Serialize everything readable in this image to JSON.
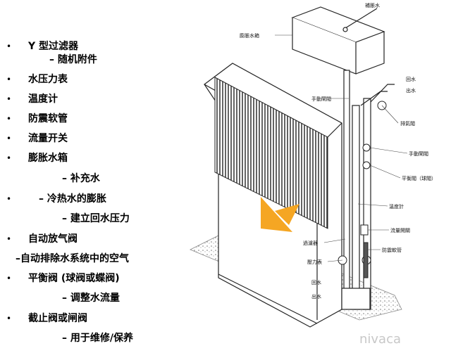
{
  "list": {
    "items": [
      {
        "text": "Y 型过滤器",
        "bullet": "•"
      },
      {
        "text": "– 随机附件",
        "bullet": ""
      },
      {
        "text": "水压力表",
        "bullet": "•"
      },
      {
        "text": "温度计",
        "bullet": "•"
      },
      {
        "text": "防震软管",
        "bullet": "•"
      },
      {
        "text": "流量开关",
        "bullet": "•"
      },
      {
        "text": "膨胀水箱",
        "bullet": "•"
      },
      {
        "text": "– 补充水",
        "bullet": ""
      },
      {
        "text": "– 冷热水的膨胀",
        "bullet": "•"
      },
      {
        "text": "– 建立回水压力",
        "bullet": ""
      },
      {
        "text": "自动放气阀",
        "bullet": "•"
      },
      {
        "text": "–自动排除水系统中的空气",
        "bullet": ""
      },
      {
        "text": "平衡阀 (球阀或蝶阀)",
        "bullet": "•"
      },
      {
        "text": "– 调整水流量",
        "bullet": ""
      },
      {
        "text": "截止阀或闸阀",
        "bullet": "•"
      },
      {
        "text": "– 用于维修/保养",
        "bullet": ""
      }
    ]
  },
  "diagram": {
    "labels": {
      "makeup_water": "補脹水",
      "expansion_tank": "膨脹水箱",
      "return_water_top": "回水",
      "supply_water_top": "出水",
      "manual_valve_1": "手動閘閥",
      "air_vent": "排氣閥",
      "manual_valve_2": "手動閘閥",
      "balance_valve": "平衡閥（球閥）",
      "thermometer": "溫度計",
      "y_strainer": "過濾器",
      "flow_switch": "流量開關",
      "anti_vibration": "防震軟管",
      "pressure_gauge": "壓力表",
      "return_water_bottom": "回水",
      "supply_water_bottom": "出水"
    },
    "watermark": "nivaca",
    "logo_color": "#f5a623"
  }
}
